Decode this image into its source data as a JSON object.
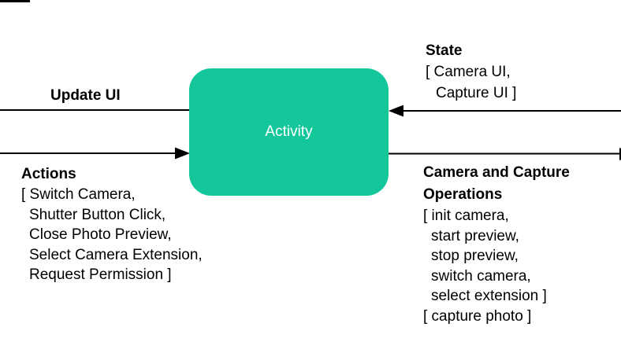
{
  "activity": {
    "label": "Activity",
    "box_color": "#13c79b",
    "label_color": "#ffffff"
  },
  "left_side": {
    "update_ui_title": "Update UI",
    "actions_title": "Actions",
    "actions_items": [
      "[ Switch Camera,",
      "Shutter Button Click,",
      "Close Photo Preview,",
      "Select Camera Extension,",
      "Request Permission ]"
    ]
  },
  "right_side": {
    "state_title": "State",
    "state_items": [
      "[ Camera UI,",
      "Capture UI ]"
    ],
    "ops_title": "Camera and Capture Operations",
    "ops_items": [
      "[ init camera,",
      "start preview,",
      "stop preview,",
      "switch camera,",
      "select extension ]",
      "[ capture photo ]"
    ]
  },
  "arrows": {
    "color": "#000000"
  }
}
